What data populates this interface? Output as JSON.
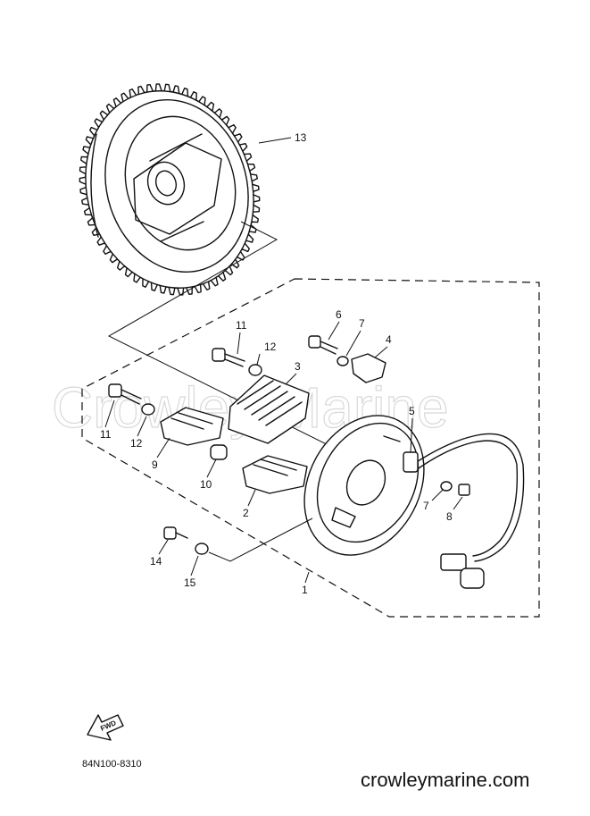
{
  "watermark": "Crowley Marine",
  "diagram_code": "84N100-8310",
  "site_url": "crowleymarine.com",
  "forward_label": "FWD",
  "parts": [
    {
      "num": "13",
      "name": "flywheel"
    },
    {
      "num": "11",
      "name": "bolt"
    },
    {
      "num": "12",
      "name": "washer"
    },
    {
      "num": "6",
      "name": "bolt"
    },
    {
      "num": "7",
      "name": "washer"
    },
    {
      "num": "4",
      "name": "coil"
    },
    {
      "num": "3",
      "name": "coil"
    },
    {
      "num": "11",
      "name": "bolt"
    },
    {
      "num": "12",
      "name": "washer"
    },
    {
      "num": "9",
      "name": "coil"
    },
    {
      "num": "5",
      "name": "lead-wire"
    },
    {
      "num": "10",
      "name": "collar"
    },
    {
      "num": "2",
      "name": "coil"
    },
    {
      "num": "7",
      "name": "washer"
    },
    {
      "num": "8",
      "name": "screw"
    },
    {
      "num": "14",
      "name": "screw"
    },
    {
      "num": "15",
      "name": "washer"
    },
    {
      "num": "1",
      "name": "stator-assembly"
    }
  ]
}
